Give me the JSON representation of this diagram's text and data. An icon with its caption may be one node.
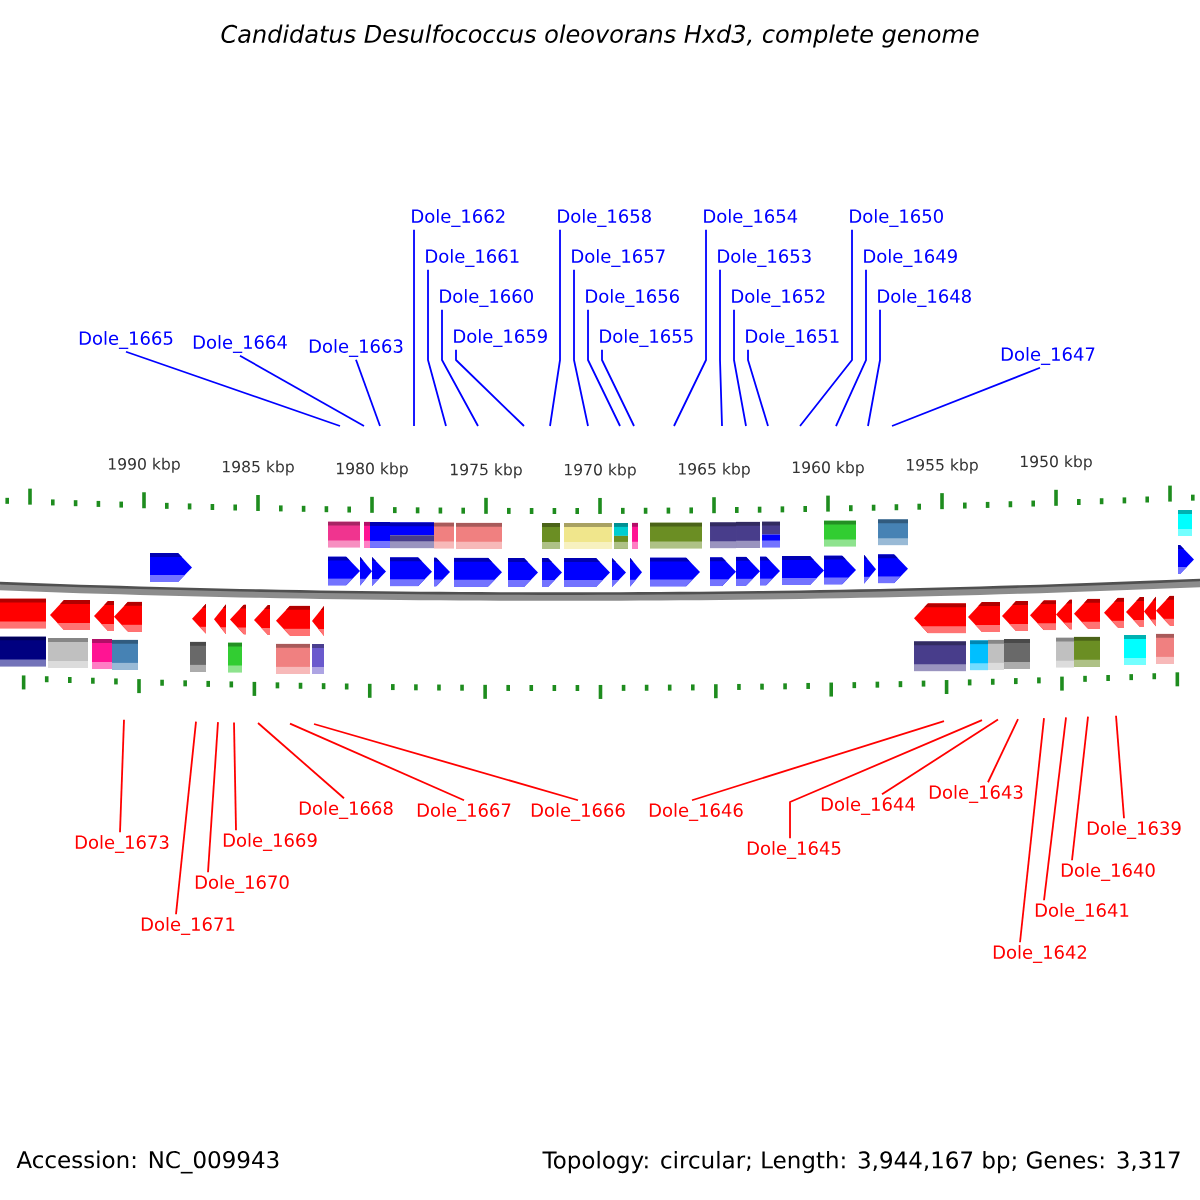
{
  "diagram": {
    "title": "Candidatus Desulfococcus oleovorans Hxd3, complete genome",
    "nodes": [
      {
        "text": [
          "Dole_1665"
        ]
      },
      {
        "text": [
          "Dole_1664"
        ]
      },
      {
        "text": [
          "Dole_1663"
        ]
      },
      {
        "text": [
          "Dole_1662"
        ]
      },
      {
        "text": [
          "Dole_1661"
        ]
      },
      {
        "text": [
          "Dole_1660"
        ]
      },
      {
        "text": [
          "Dole_1659"
        ]
      },
      {
        "text": [
          "Dole_1658"
        ]
      },
      {
        "text": [
          "Dole_1657"
        ]
      },
      {
        "text": [
          "Dole_1656"
        ]
      },
      {
        "text": [
          "Dole_1655"
        ]
      },
      {
        "text": [
          "Dole_1654"
        ]
      },
      {
        "text": [
          "Dole_1653"
        ]
      },
      {
        "text": [
          "Dole_1652"
        ]
      },
      {
        "text": [
          "Dole_1651"
        ]
      },
      {
        "text": [
          "Dole_1650"
        ]
      },
      {
        "text": [
          "Dole_1649"
        ]
      },
      {
        "text": [
          "Dole_1648"
        ]
      },
      {
        "text": [
          "Dole_1647"
        ]
      },
      {
        "text": [
          "Dole_1673"
        ]
      },
      {
        "text": [
          "Dole_1671"
        ]
      },
      {
        "text": [
          "Dole_1670"
        ]
      },
      {
        "text": [
          "Dole_1669"
        ]
      },
      {
        "text": [
          "Dole_1668"
        ]
      },
      {
        "text": [
          "Dole_1667"
        ]
      },
      {
        "text": [
          "Dole_1666"
        ]
      },
      {
        "text": [
          "Dole_1646"
        ]
      },
      {
        "text": [
          "Dole_1645"
        ]
      },
      {
        "text": [
          "Dole_1644"
        ]
      },
      {
        "text": [
          "Dole_1643"
        ]
      },
      {
        "text": [
          "Dole_1642"
        ]
      },
      {
        "text": [
          "Dole_1641"
        ]
      },
      {
        "text": [
          "Dole_1640"
        ]
      },
      {
        "text": [
          "Dole_1639"
        ]
      }
    ],
    "edges": [
      {
        "from": 0,
        "to": null,
        "arrow": "none"
      },
      {
        "from": 1,
        "to": null,
        "arrow": "none"
      },
      {
        "from": 2,
        "to": null,
        "arrow": "none"
      },
      {
        "from": 3,
        "to": null,
        "arrow": "none"
      },
      {
        "from": 4,
        "to": null,
        "arrow": "none"
      },
      {
        "from": 5,
        "to": null,
        "arrow": "none"
      },
      {
        "from": 6,
        "to": null,
        "arrow": "none"
      },
      {
        "from": 7,
        "to": null,
        "arrow": "none"
      },
      {
        "from": 8,
        "to": null,
        "arrow": "none"
      },
      {
        "from": 9,
        "to": null,
        "arrow": "none"
      },
      {
        "from": 10,
        "to": null,
        "arrow": "none"
      },
      {
        "from": 11,
        "to": null,
        "arrow": "none"
      },
      {
        "from": 12,
        "to": null,
        "arrow": "none"
      },
      {
        "from": 13,
        "to": null,
        "arrow": "none"
      },
      {
        "from": 14,
        "to": null,
        "arrow": "none"
      },
      {
        "from": 15,
        "to": null,
        "arrow": "none"
      },
      {
        "from": 16,
        "to": null,
        "arrow": "none"
      },
      {
        "from": 17,
        "to": null,
        "arrow": "none"
      },
      {
        "from": 18,
        "to": null,
        "arrow": "none"
      },
      {
        "from": 19,
        "to": null,
        "arrow": "none",
        "color": "#ff0000"
      },
      {
        "from": 20,
        "to": null,
        "arrow": "none",
        "color": "#ff0000"
      },
      {
        "from": 21,
        "to": null,
        "arrow": "none",
        "color": "#ff0000"
      },
      {
        "from": 22,
        "to": null,
        "arrow": "none",
        "color": "#ff0000"
      },
      {
        "from": 23,
        "to": null,
        "arrow": "none",
        "color": "#ff0000"
      },
      {
        "from": 24,
        "to": null,
        "arrow": "none",
        "color": "#ff0000"
      },
      {
        "from": 25,
        "to": null,
        "arrow": "none",
        "color": "#ff0000"
      },
      {
        "from": 26,
        "to": null,
        "arrow": "none",
        "color": "#ff0000"
      },
      {
        "from": 27,
        "to": null,
        "arrow": "none",
        "color": "#ff0000"
      },
      {
        "from": 28,
        "to": null,
        "arrow": "none",
        "color": "#ff0000"
      },
      {
        "from": 29,
        "to": null,
        "arrow": "none",
        "color": "#ff0000"
      },
      {
        "from": 30,
        "to": null,
        "arrow": "none",
        "color": "#ff0000"
      },
      {
        "from": 31,
        "to": null,
        "arrow": "none",
        "color": "#ff0000"
      },
      {
        "from": 32,
        "to": null,
        "arrow": "none",
        "color": "#ff0000"
      },
      {
        "from": 33,
        "to": null,
        "arrow": "none",
        "color": "#ff0000"
      }
    ],
    "labels": [
      "1990 kbp",
      "1985 kbp",
      "1980 kbp",
      "1975 kbp",
      "1970 kbp",
      "1965 kbp",
      "1960 kbp",
      "1955 kbp",
      "1950 kbp",
      "Accession: NC_009943",
      "Topology: circular; Length: 3,944,167 bp; Genes: 3,317"
    ]
  }
}
